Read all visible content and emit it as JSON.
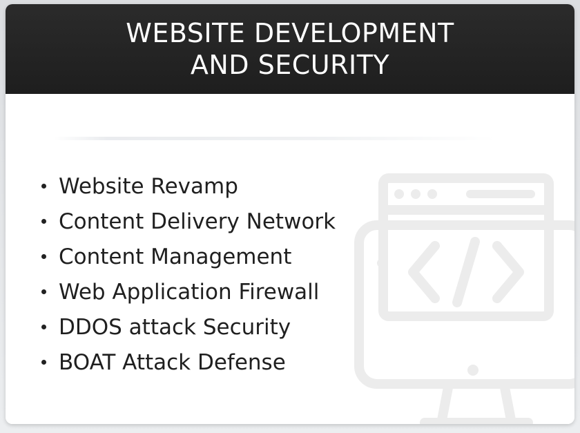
{
  "card": {
    "title": "WEBSITE DEVELOPMENT AND SECURITY",
    "header_color": "#222222",
    "items": [
      {
        "label": "Website Revamp"
      },
      {
        "label": "Content Delivery Network"
      },
      {
        "label": "Content Management"
      },
      {
        "label": "Web Application Firewall"
      },
      {
        "label": "DDOS attack Security"
      },
      {
        "label": "BOAT Attack Defense"
      }
    ],
    "background_icon": "code-monitor-icon",
    "icon_color": "#ececec"
  }
}
